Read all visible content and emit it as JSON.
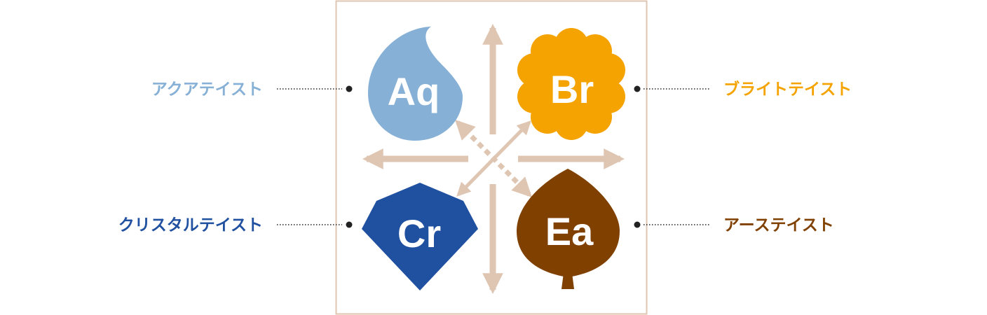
{
  "colors": {
    "aqua": "#86b0d6",
    "bright": "#f4a300",
    "crystal": "#2050a0",
    "earth": "#804000",
    "arrow": "#dfc6b3",
    "frame": "#dfc6b3",
    "connector": "#222222"
  },
  "tastes": {
    "aqua": {
      "code": "Aq",
      "label": "アクアテイスト",
      "icon": "water-drop-icon"
    },
    "bright": {
      "code": "Br",
      "label": "ブライトテイスト",
      "icon": "flower-icon"
    },
    "crystal": {
      "code": "Cr",
      "label": "クリスタルテイスト",
      "icon": "gem-icon"
    },
    "earth": {
      "code": "Ea",
      "label": "アーステイスト",
      "icon": "leaf-icon"
    }
  }
}
